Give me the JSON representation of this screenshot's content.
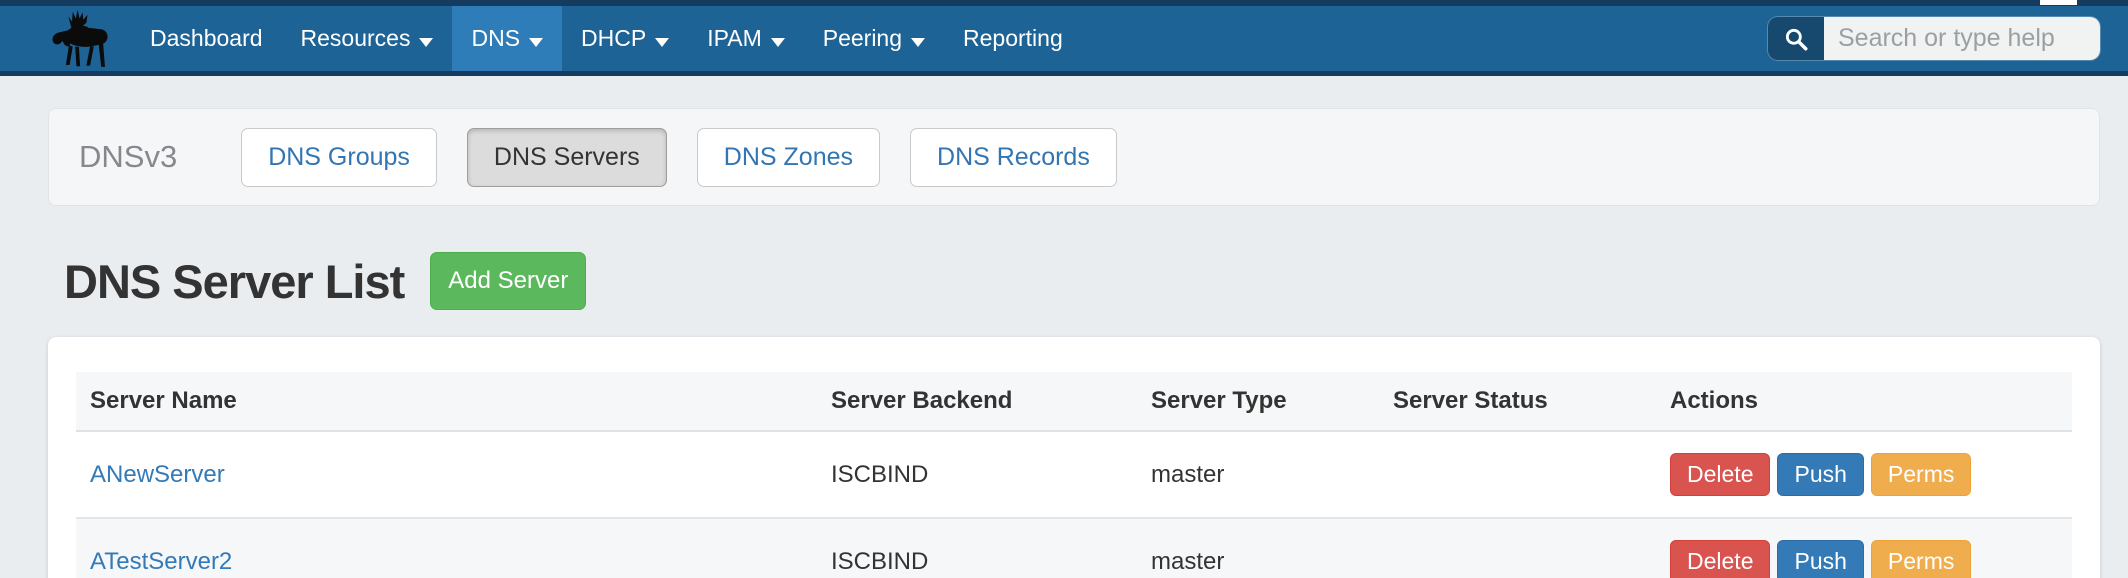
{
  "navbar": {
    "logo": "moose-logo",
    "items": [
      {
        "label": "Dashboard",
        "has_caret": false,
        "active": false
      },
      {
        "label": "Resources",
        "has_caret": true,
        "active": false
      },
      {
        "label": "DNS",
        "has_caret": true,
        "active": true
      },
      {
        "label": "DHCP",
        "has_caret": true,
        "active": false
      },
      {
        "label": "IPAM",
        "has_caret": true,
        "active": false
      },
      {
        "label": "Peering",
        "has_caret": true,
        "active": false
      },
      {
        "label": "Reporting",
        "has_caret": false,
        "active": false
      }
    ],
    "search": {
      "icon": "search-icon",
      "placeholder": "Search or type help"
    }
  },
  "subnav": {
    "title": "DNSv3",
    "buttons": [
      {
        "label": "DNS Groups",
        "active": false
      },
      {
        "label": "DNS Servers",
        "active": true
      },
      {
        "label": "DNS Zones",
        "active": false
      },
      {
        "label": "DNS Records",
        "active": false
      }
    ]
  },
  "page": {
    "title": "DNS Server List",
    "add_button_label": "Add Server"
  },
  "table": {
    "columns": [
      "Server Name",
      "Server Backend",
      "Server Type",
      "Server Status",
      "Actions"
    ],
    "rows": [
      {
        "name": "ANewServer",
        "backend": "ISCBIND",
        "type": "master",
        "status": "",
        "actions": [
          "Delete",
          "Push",
          "Perms"
        ]
      },
      {
        "name": "ATestServer2",
        "backend": "ISCBIND",
        "type": "master",
        "status": "",
        "actions": [
          "Delete",
          "Push",
          "Perms"
        ]
      }
    ]
  },
  "colors": {
    "navbar": "#1e6396",
    "navbar_dark_strip": "#153c5e",
    "navbar_active_item": "#2f7db8",
    "link_blue": "#337ab7",
    "add_green": "#5cb85c",
    "delete_red": "#d9534f",
    "push_blue": "#337ab7",
    "perms_orange": "#f0ad4e",
    "page_background": "#e9edf0"
  }
}
